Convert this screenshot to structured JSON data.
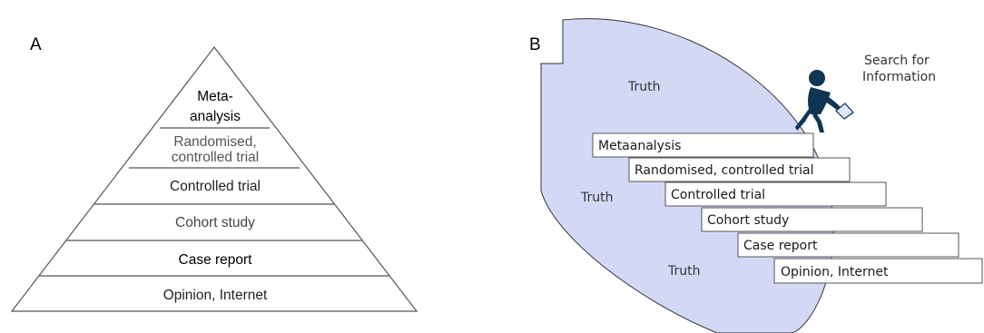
{
  "panel_a": {
    "letter": "A",
    "levels": [
      {
        "lines": [
          "Meta-",
          "analysis"
        ],
        "color": "#000000"
      },
      {
        "lines": [
          "Randomised,",
          "controlled trial"
        ],
        "color": "#555555"
      },
      {
        "lines": [
          "Controlled trial"
        ],
        "color": "#222222"
      },
      {
        "lines": [
          "Cohort study"
        ],
        "color": "#444444"
      },
      {
        "lines": [
          "Case report"
        ],
        "color": "#000000"
      },
      {
        "lines": [
          "Opinion, Internet"
        ],
        "color": "#222222"
      }
    ]
  },
  "panel_b": {
    "letter": "B",
    "search_label": [
      "Search for",
      "Information"
    ],
    "truth_labels": [
      "Truth",
      "Truth",
      "Truth"
    ],
    "steps": [
      "Metaanalysis",
      "Randomised, controlled trial",
      "Controlled trial",
      "Cohort study",
      "Case report",
      "Opinion, Internet"
    ],
    "colors": {
      "blob_fill": "#d3d9f5",
      "figure": "#0f3554"
    }
  }
}
